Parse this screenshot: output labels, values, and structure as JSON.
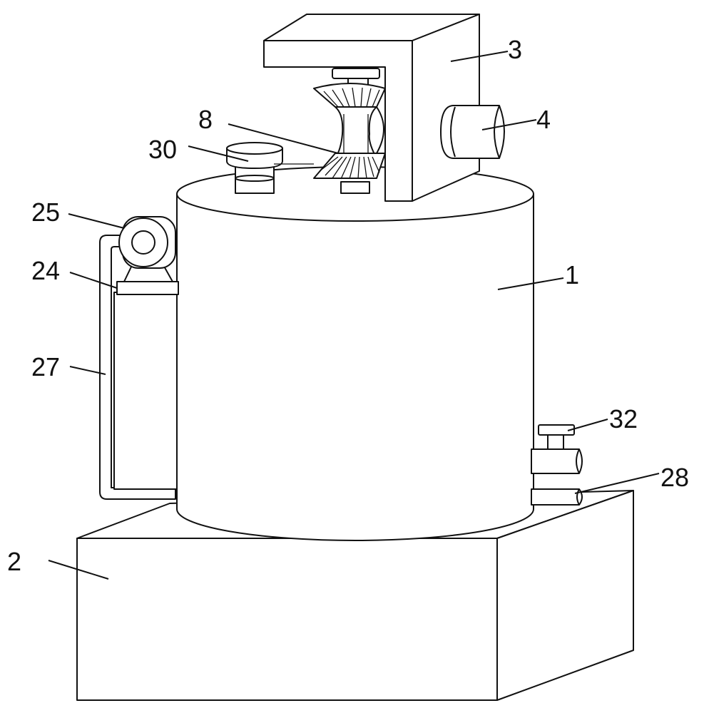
{
  "figure": {
    "labels": {
      "tank": "1",
      "base": "2",
      "bracket": "3",
      "motor": "4",
      "bevel_gear": "8",
      "inlet_cap": "30",
      "pump": "25",
      "pump_mount": "24",
      "pipe": "27",
      "valve": "32",
      "outlet": "28"
    }
  }
}
